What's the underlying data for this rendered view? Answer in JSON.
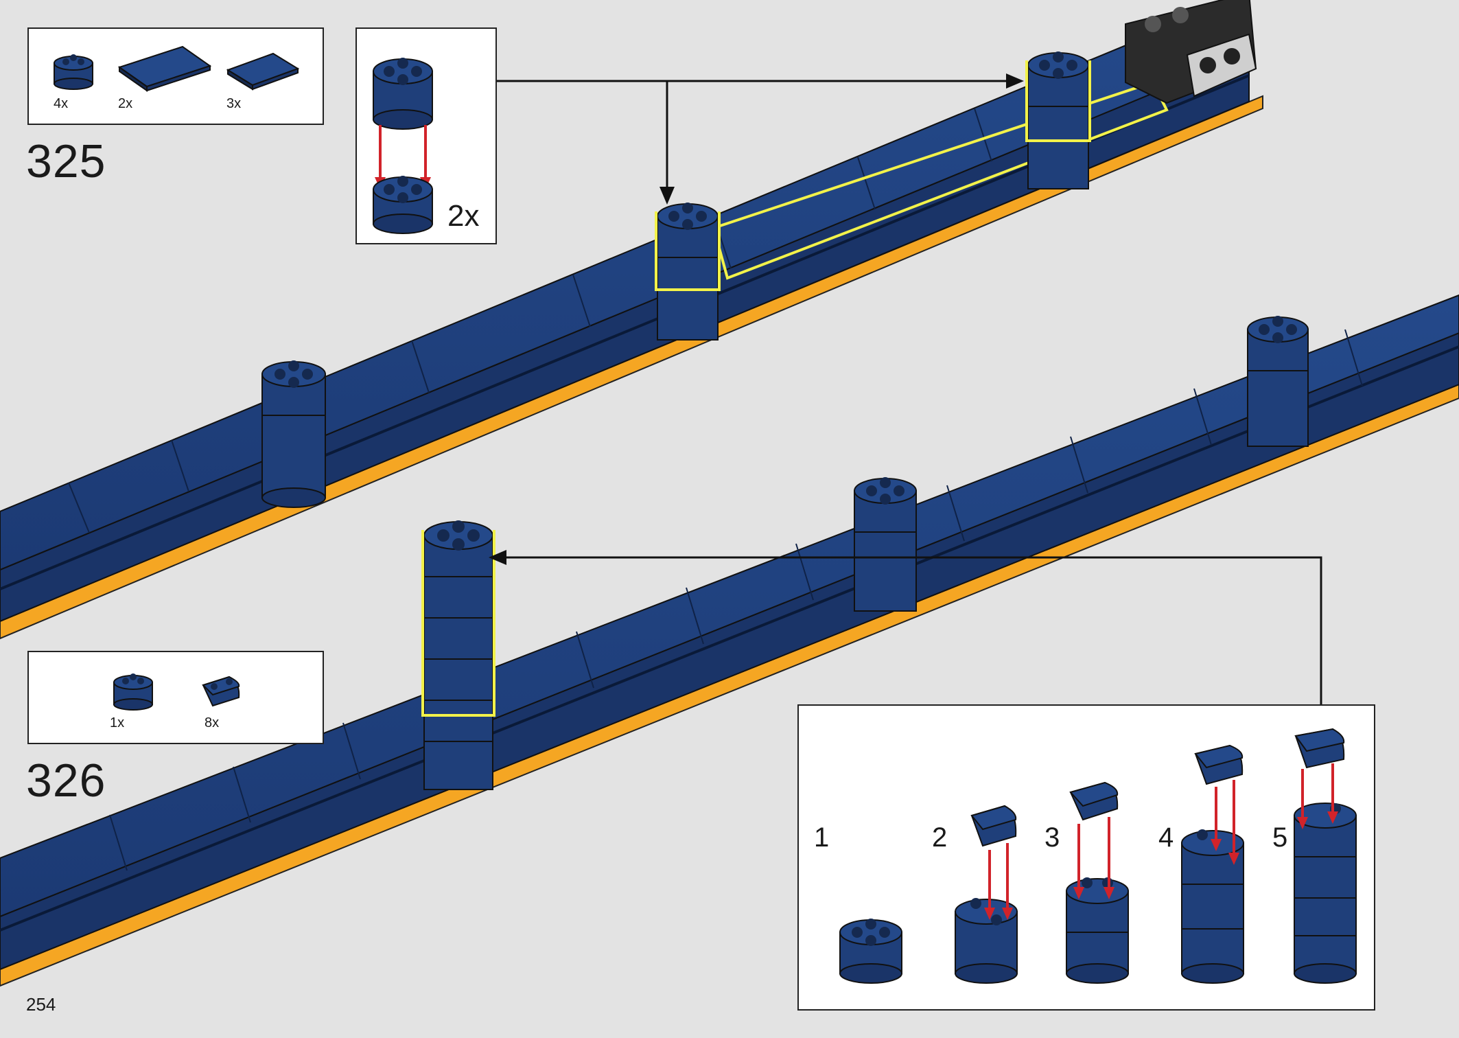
{
  "page": {
    "number": "254"
  },
  "steps": [
    {
      "number": "325",
      "parts": [
        {
          "icon": "round-brick-2x2-icon",
          "qty": "4x",
          "color": "#1f3f7a"
        },
        {
          "icon": "tile-2x4-icon",
          "qty": "2x",
          "color": "#1f3f7a"
        },
        {
          "icon": "tile-2x3-icon",
          "qty": "3x",
          "color": "#1f3f7a"
        }
      ],
      "callout": {
        "multiplier": "2x"
      }
    },
    {
      "number": "326",
      "parts": [
        {
          "icon": "round-brick-2x2-icon",
          "qty": "1x",
          "color": "#1f3f7a"
        },
        {
          "icon": "round-brick-corner-icon",
          "qty": "8x",
          "color": "#1f3f7a"
        }
      ],
      "callout": {
        "substeps": [
          "1",
          "2",
          "3",
          "4",
          "5"
        ]
      }
    }
  ],
  "colors": {
    "brick_blue": "#1f3f7a",
    "brick_blue_dark": "#152c59",
    "base_orange": "#f5a623",
    "highlight_yellow": "#f2f24a",
    "arrow_red": "#d1232a",
    "grey_brick": "#2b2b2b"
  }
}
